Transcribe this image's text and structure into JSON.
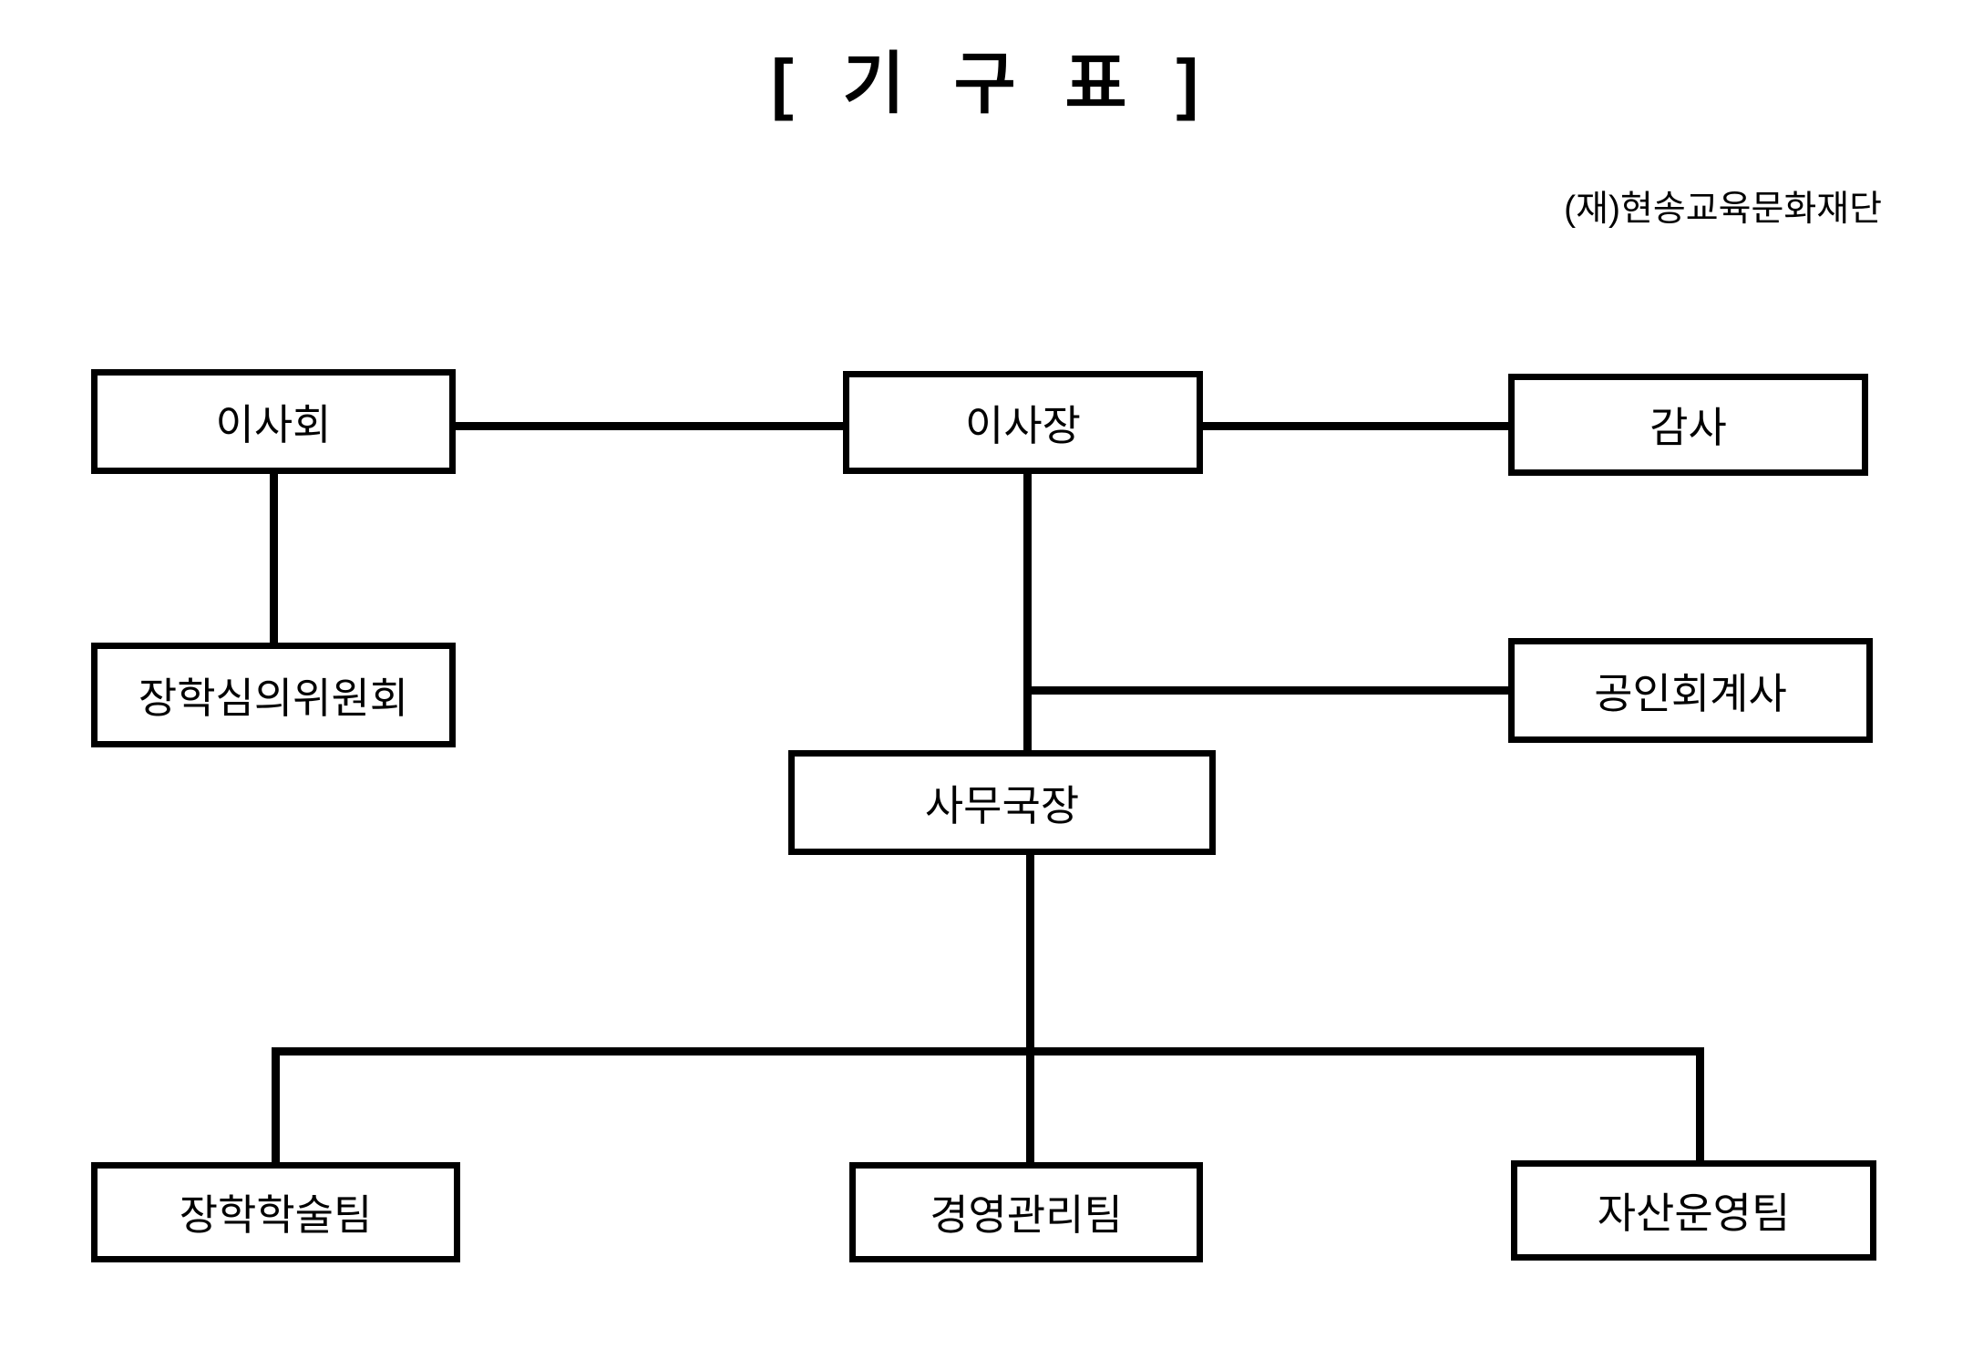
{
  "page": {
    "title": "[ 기 구 표 ]",
    "org_name": "(재)현송교육문화재단"
  },
  "colors": {
    "line": "#000000",
    "background": "#ffffff",
    "text": "#000000"
  },
  "nodes": {
    "board": {
      "label": "이사회"
    },
    "chairman": {
      "label": "이사장"
    },
    "auditor": {
      "label": "감사"
    },
    "scholarship_committee": {
      "label": "장학심의위원회"
    },
    "cpa": {
      "label": "공인회계사"
    },
    "secretary_general": {
      "label": "사무국장"
    },
    "team_scholarship": {
      "label": "장학학술팀"
    },
    "team_management": {
      "label": "경영관리팀"
    },
    "team_asset": {
      "label": "자산운영팀"
    }
  },
  "edges": [
    {
      "from": "이사회",
      "to": "이사장"
    },
    {
      "from": "이사장",
      "to": "감사"
    },
    {
      "from": "이사회",
      "to": "장학심의위원회"
    },
    {
      "from": "이사장",
      "to": "공인회계사"
    },
    {
      "from": "이사장",
      "to": "사무국장"
    },
    {
      "from": "사무국장",
      "to": "장학학술팀"
    },
    {
      "from": "사무국장",
      "to": "경영관리팀"
    },
    {
      "from": "사무국장",
      "to": "자산운영팀"
    }
  ]
}
